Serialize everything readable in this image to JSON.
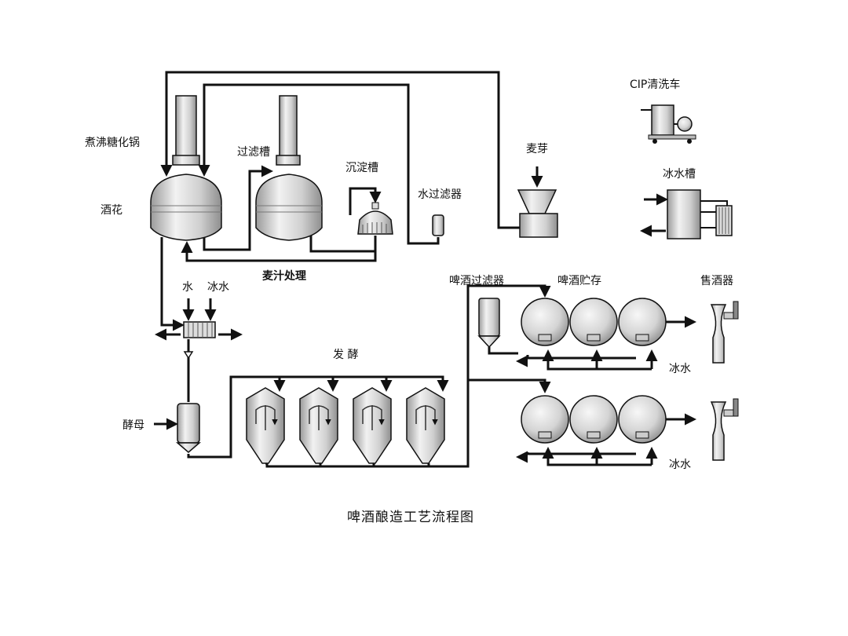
{
  "labels": {
    "boil_kettle": "煮沸糖化锅",
    "hops": "酒花",
    "lauter_tun": "过滤槽",
    "settling_tank": "沉淀槽",
    "water_filter": "水过滤器",
    "malt": "麦芽",
    "cip": "CIP清洗车",
    "ice_water_tank": "冰水槽",
    "wort_treatment": "麦汁处理",
    "water": "水",
    "ice_water": "冰水",
    "beer_filter": "啤酒过滤器",
    "beer_storage": "啤酒贮存",
    "dispenser": "售酒器",
    "fermentation": "发 酵",
    "yeast": "酵母",
    "ice_water_2": "冰水",
    "ice_water_3": "冰水"
  },
  "caption": "啤酒酿造工艺流程图",
  "colors": {
    "line": "#111111",
    "vessel_fill": "#e4e4e4",
    "vessel_dark": "#b8b8b8"
  }
}
